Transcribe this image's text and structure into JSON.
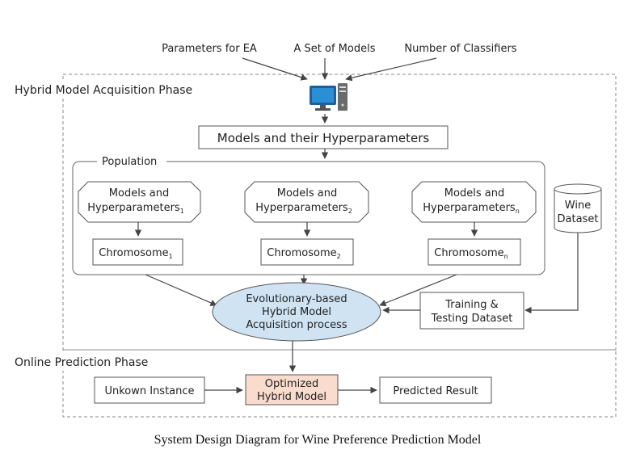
{
  "inputs": {
    "parameters_for_ea": "Parameters for EA",
    "set_of_models": "A Set of Models",
    "number_of_classifiers": "Number of Classifiers"
  },
  "phases": {
    "acquisition": "Hybrid Model Acquisition Phase",
    "online": "Online Prediction Phase"
  },
  "models_header": "Models and their Hyperparameters",
  "population": {
    "label": "Population",
    "individuals": [
      {
        "line1": "Models and",
        "line2": "Hyperparameters",
        "sub": "1",
        "chromosome": "Chromosome",
        "chromosome_sub": "1"
      },
      {
        "line1": "Models and",
        "line2": "Hyperparameters",
        "sub": "2",
        "chromosome": "Chromosome",
        "chromosome_sub": "2"
      },
      {
        "line1": "Models and",
        "line2": "Hyperparameters",
        "sub": "n",
        "chromosome": "Chromosome",
        "chromosome_sub": "n"
      }
    ]
  },
  "wine_dataset": {
    "line1": "Wine",
    "line2": "Dataset"
  },
  "process": {
    "line1": "Evolutionary-based",
    "line2": "Hybrid Model",
    "line3": "Acquisition process"
  },
  "training": {
    "line1": "Training &",
    "line2": "Testing Dataset"
  },
  "unknown_instance": "Unkown Instance",
  "optimized": {
    "line1": "Optimized",
    "line2": "Hybrid Model"
  },
  "predicted_result": "Predicted Result",
  "caption": "System Design Diagram for Wine Preference Prediction Model",
  "colors": {
    "process_fill": "#cfe3f2",
    "optimized_fill": "#f9dccd",
    "computer_screen": "#2b8fd6",
    "dashed_border": "#888888"
  }
}
